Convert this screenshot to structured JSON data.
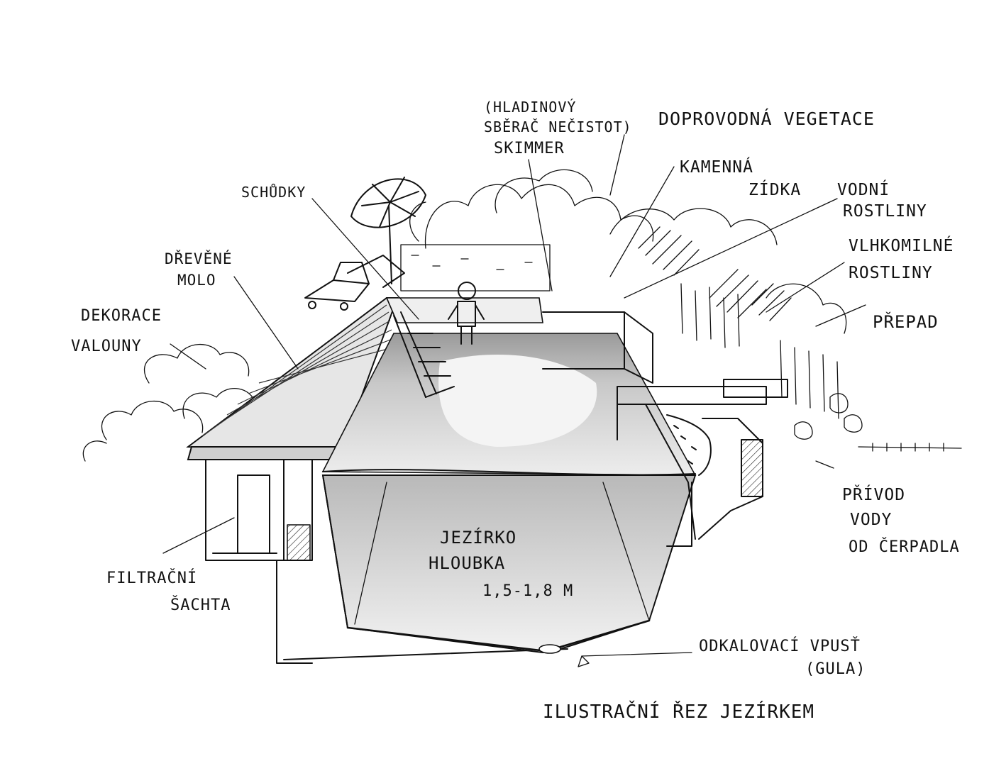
{
  "colors": {
    "ink": "#111111",
    "paper": "#ffffff",
    "water_light": "#d9d9d9",
    "water_dark": "#8c8c8c",
    "deck": "#6e6e6e"
  },
  "labels": {
    "skimmer_line1": "(HLADINOVÝ",
    "skimmer_line2": "SBĚRAČ NEČISTOT)",
    "skimmer_line3": "SKIMMER",
    "vegetation": "DOPROVODNÁ VEGETACE",
    "stone_wall_line1": "KAMENNÁ",
    "stone_wall_line2": "ZÍDKA",
    "water_plants_line1": "VODNÍ",
    "water_plants_line2": "ROSTLINY",
    "stairs": "SCHŮDKY",
    "wooden_pier_line1": "DŘEVĚNÉ",
    "wooden_pier_line2": "MOLO",
    "moisture_plants_line1": "VLHKOMILNÉ",
    "moisture_plants_line2": "ROSTLINY",
    "decor_pebbles_line1": "DEKORACE",
    "decor_pebbles_line2": "VALOUNY",
    "overflow": "PŘEPAD",
    "water_inlet_line1": "PŘÍVOD",
    "water_inlet_line2": "VODY",
    "water_inlet_line3": "OD ČERPADLA",
    "pond_line1": "JEZÍRKO",
    "pond_line2": "HLOUBKA",
    "pond_line3": "1,5-1,8 M",
    "filter_line1": "FILTRAČNÍ",
    "filter_line2": "ŠACHTA",
    "drain_line1": "ODKALOVACÍ VPUSŤ",
    "drain_line2": "(GULA)",
    "title": "ILUSTRAČNÍ ŘEZ JEZÍRKEM"
  }
}
